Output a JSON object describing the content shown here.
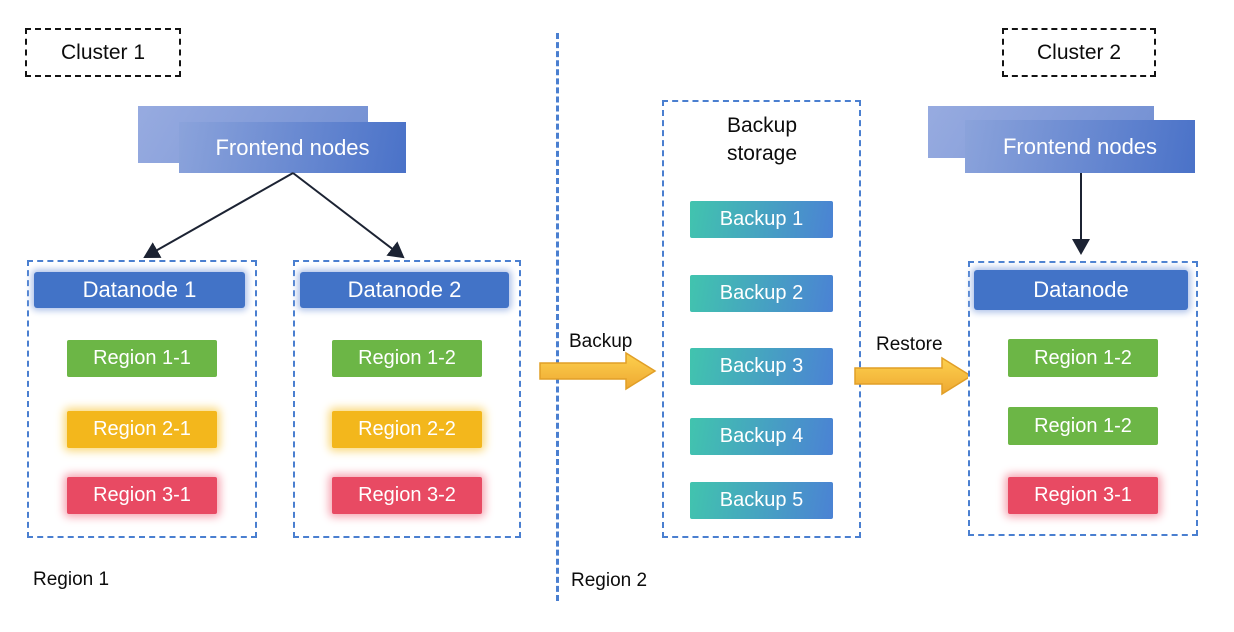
{
  "colors": {
    "node_header_blue": "#4273c7",
    "container_border_blue": "#4a7fd0",
    "cluster_border_black": "#141414",
    "region_green": "#6cb646",
    "region_yellow": "#f3b71c",
    "region_red": "#e84a63",
    "backup_gradient_left_teal": "#41c4ae",
    "backup_gradient_right_blue": "#4b82d4",
    "flow_arrow_yellow": "#f6bc33",
    "frontend_gradient_light": "#8ba3db",
    "frontend_gradient_dark": "#4a72c8",
    "connector_black": "#1c2333"
  },
  "cluster1": {
    "label": "Cluster 1",
    "frontend_label": "Frontend nodes",
    "datanodes": [
      {
        "title": "Datanode 1",
        "regions": [
          {
            "label": "Region 1-1",
            "color": "green"
          },
          {
            "label": "Region 2-1",
            "color": "yellow"
          },
          {
            "label": "Region 3-1",
            "color": "red"
          }
        ]
      },
      {
        "title": "Datanode 2",
        "regions": [
          {
            "label": "Region 1-2",
            "color": "green"
          },
          {
            "label": "Region 2-2",
            "color": "yellow"
          },
          {
            "label": "Region 3-2",
            "color": "red"
          }
        ]
      }
    ]
  },
  "middle": {
    "backup_arrow_label": "Backup",
    "restore_arrow_label": "Restore",
    "backup_storage": {
      "title": "Backup storage",
      "items": [
        "Backup 1",
        "Backup 2",
        "Backup 3",
        "Backup 4",
        "Backup 5"
      ]
    }
  },
  "cluster2": {
    "label": "Cluster 2",
    "frontend_label": "Frontend nodes",
    "datanode": {
      "title": "Datanode",
      "regions": [
        {
          "label": "Region 1-2",
          "color": "green"
        },
        {
          "label": "Region 1-2",
          "color": "green"
        },
        {
          "label": "Region 3-1",
          "color": "red"
        }
      ]
    }
  },
  "footer": {
    "region1_label": "Region 1",
    "region2_label": "Region 2"
  }
}
